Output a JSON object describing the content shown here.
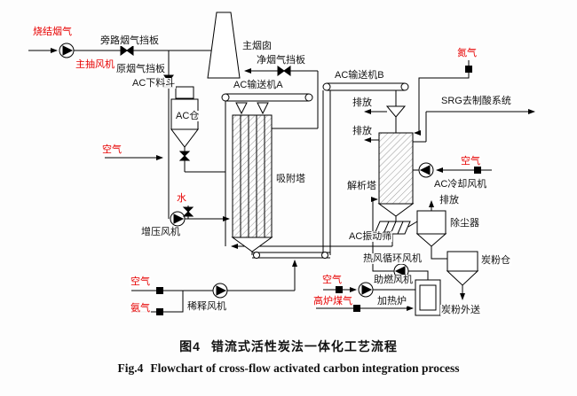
{
  "colors": {
    "stream_label": "#e60000",
    "line": "#000000",
    "background": "#ffffff"
  },
  "labels": {
    "sintering_flue_gas": "烧结烟气",
    "main_exhaust_fan": "主抽风机",
    "bypass_flue_gas_damper": "旁路烟气挡板",
    "raw_flue_gas_damper": "原烟气挡板",
    "main_chimney": "主烟囱",
    "clean_flue_gas_damper": "净烟气挡板",
    "ac_feed_hopper": "AC下料斗",
    "ac_conveyor_a": "AC输送机A",
    "ac_conveyor_b": "AC输送机B",
    "nitrogen": "氮气",
    "ac_bin": "AC仓",
    "srg_to_acid_system": "SRG去制酸系统",
    "vent_top_1": "排放",
    "vent_top_2": "排放",
    "air_to_flue": "空气",
    "air_to_cooling": "空气",
    "ac_cooling_fan": "AC冷却风机",
    "adsorption_tower": "吸附塔",
    "desorption_tower": "解析塔",
    "water": "水",
    "vent_dust": "排放",
    "booster_fan": "增压风机",
    "dust_remover": "除尘器",
    "ac_vibrating_screen": "AC振动筛",
    "hot_air_circulation_fan": "热风循环风机",
    "carbon_powder_bin": "炭粉仓",
    "air_to_dilution": "空气",
    "dilution_fan": "稀释风机",
    "air_to_combustion": "空气",
    "combustion_fan": "助燃风机",
    "ammonia": "氨气",
    "blast_furnace_gas": "高炉煤气",
    "heating_furnace": "加热炉",
    "carbon_powder_out": "炭粉外送"
  },
  "caption": {
    "zh_tag": "图4",
    "zh_title": "错流式活性炭法一体化工艺流程",
    "en_tag": "Fig.4",
    "en_title": "Flowchart of cross-flow activated carbon integration process"
  }
}
